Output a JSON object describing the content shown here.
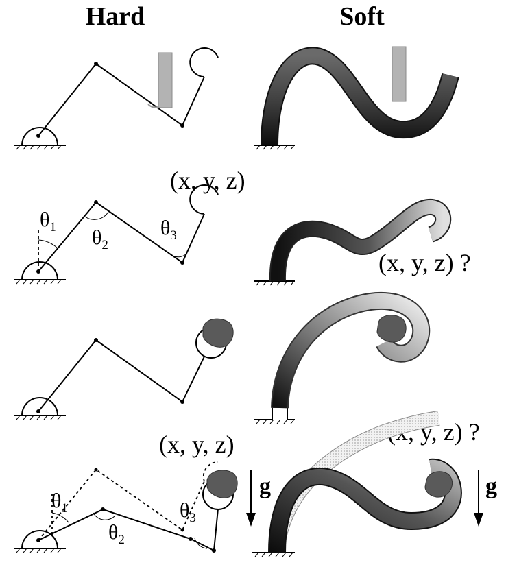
{
  "headers": {
    "hard": "Hard",
    "soft": "Soft"
  },
  "labels": {
    "row2_hard_point": "(x, y, z)",
    "row2_soft_point": "(x, y, z) ?",
    "row4_hard_point": "(x, y, z)",
    "row4_soft_point": "(x, y, z) ?",
    "theta": "θ",
    "sub1": "1",
    "sub2": "2",
    "sub3": "3",
    "gravity": "g"
  },
  "colors": {
    "soft_dark": "#1a1a1a",
    "soft_mid": "#555555",
    "soft_light": "#d8d8d8",
    "obstacle": "#b3b3b3",
    "object": "#5a5a5a"
  }
}
